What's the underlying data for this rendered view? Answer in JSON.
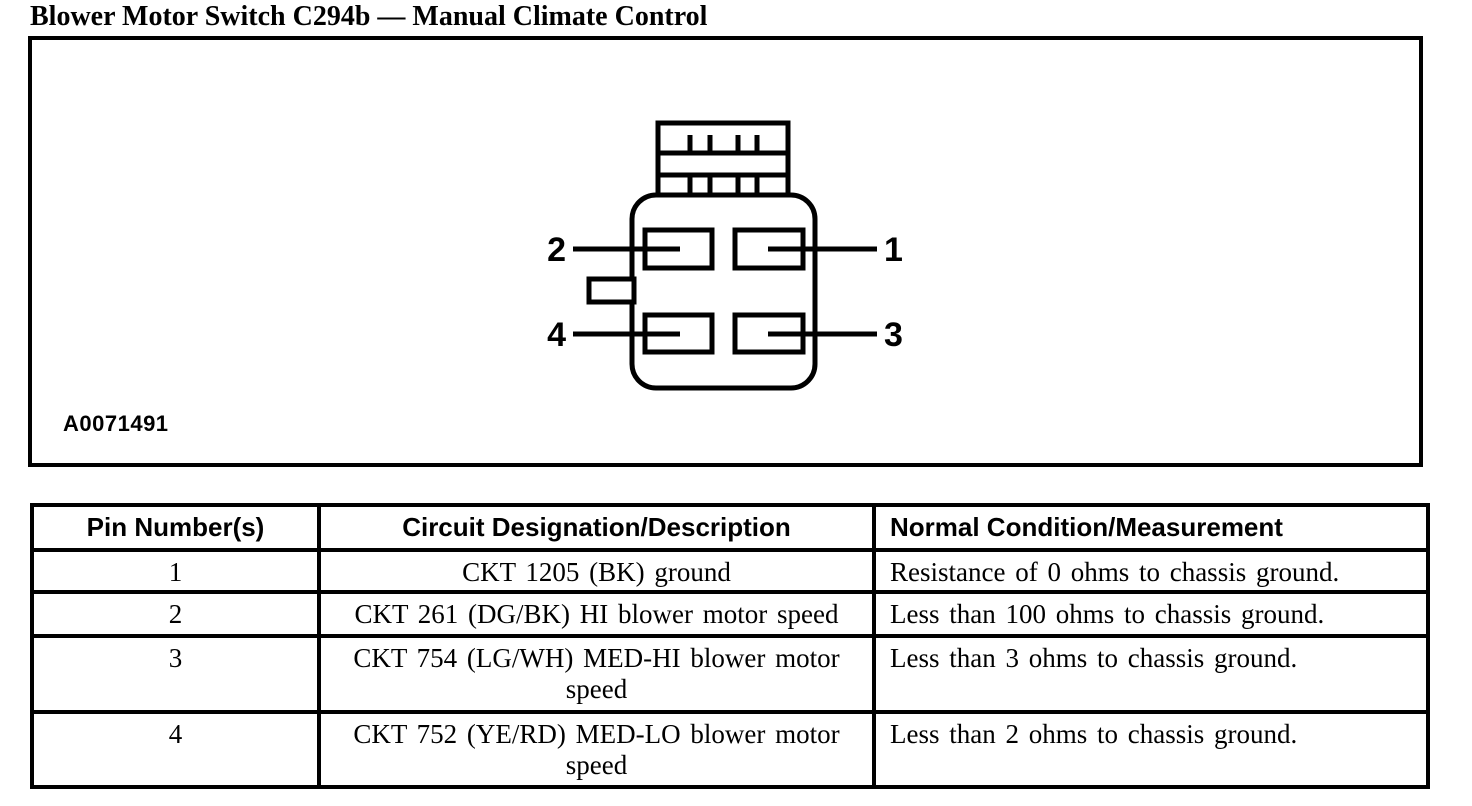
{
  "page": {
    "title": "Blower Motor Switch C294b — Manual Climate Control"
  },
  "figure": {
    "id_label": "A0071491",
    "pin_labels": {
      "top_left": "2",
      "top_right": "1",
      "bottom_left": "4",
      "bottom_right": "3"
    }
  },
  "table": {
    "headers": [
      "Pin Number(s)",
      "Circuit Designation/Description",
      "Normal Condition/Measurement"
    ],
    "rows": [
      {
        "pin": "1",
        "circuit": "CKT 1205 (BK) ground",
        "condition": "Resistance of 0 ohms to chassis ground."
      },
      {
        "pin": "2",
        "circuit": "CKT 261 (DG/BK) HI blower motor speed",
        "condition": "Less than 100 ohms to chassis ground."
      },
      {
        "pin": "3",
        "circuit": "CKT 754 (LG/WH) MED-HI blower motor speed",
        "condition": "Less than 3 ohms to chassis ground."
      },
      {
        "pin": "4",
        "circuit": "CKT 752 (YE/RD) MED-LO blower motor speed",
        "condition": "Less than 2 ohms to chassis ground."
      }
    ]
  },
  "colors": {
    "ink": "#000000",
    "paper": "#ffffff"
  }
}
